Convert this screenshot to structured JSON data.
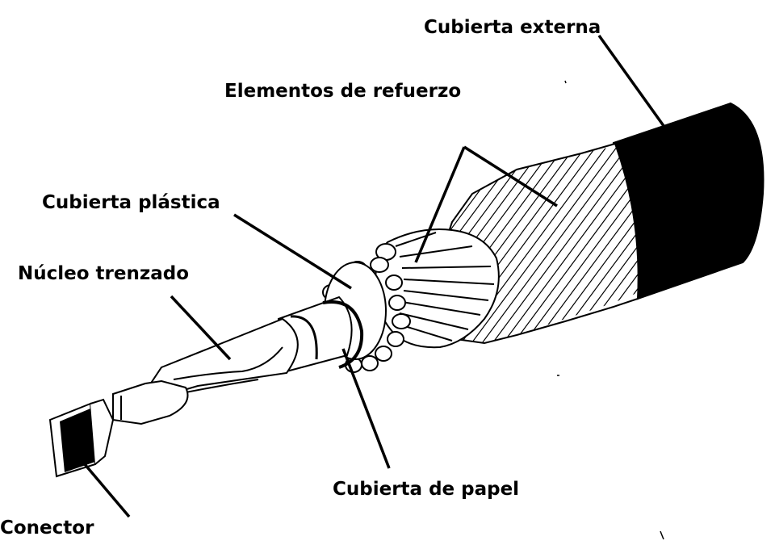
{
  "labels": {
    "outer_jacket": "Cubierta externa",
    "strength_members": "Elementos de refuerzo",
    "plastic_jacket": "Cubierta plástica",
    "stranded_core": "Núcleo trenzado",
    "paper_wrap": "Cubierta de papel",
    "connector": "Conector"
  },
  "colors": {
    "ink": "#000000",
    "paper": "#ffffff"
  }
}
